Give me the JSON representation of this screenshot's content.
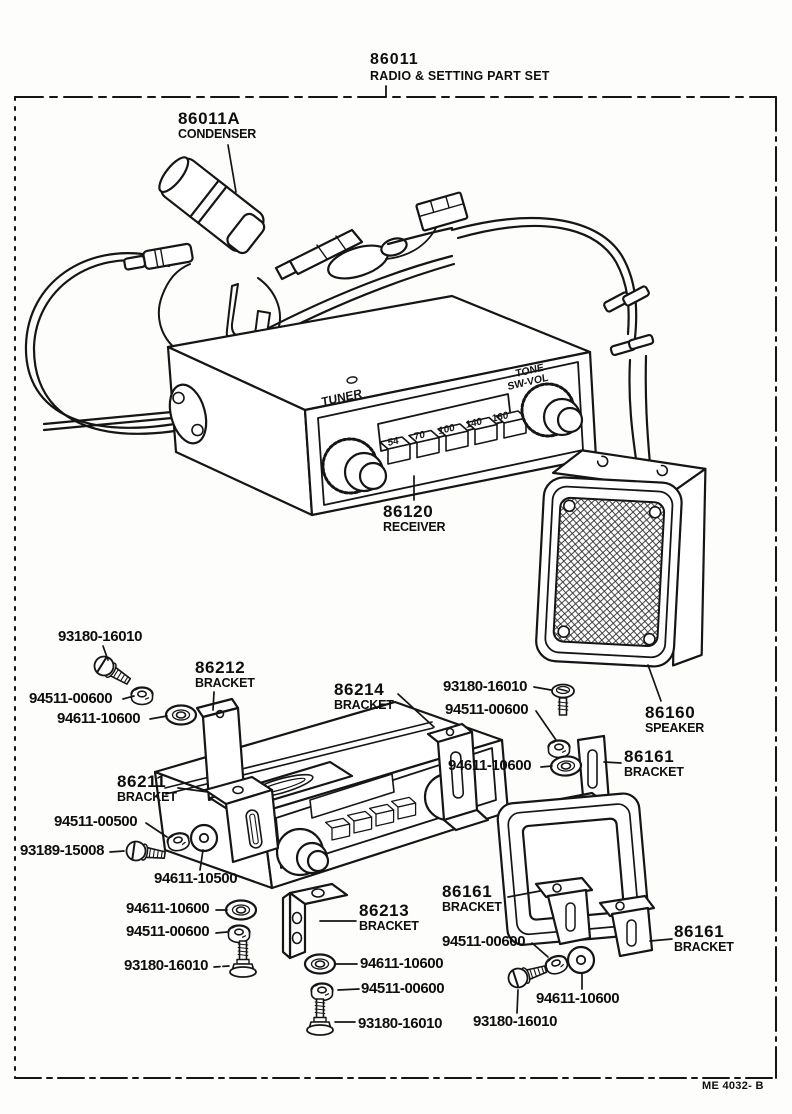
{
  "page": {
    "code": "86011",
    "title": "RADIO & SETTING  PART SET",
    "footer_ref": "ME 4032- B"
  },
  "radio_face": {
    "tuner": "TUNER",
    "tone": "TONE",
    "sw_vol": "SW-VOL",
    "dial": [
      "54",
      "70",
      "100",
      "140",
      "160"
    ]
  },
  "parts": {
    "condenser": {
      "code": "86011A",
      "name": "CONDENSER"
    },
    "receiver": {
      "code": "86120",
      "name": "RECEIVER"
    },
    "speaker": {
      "code": "86160",
      "name": "SPEAKER"
    },
    "bracket_86211": {
      "code": "86211",
      "name": "BRACKET"
    },
    "bracket_86212": {
      "code": "86212",
      "name": "BRACKET"
    },
    "bracket_86213": {
      "code": "86213",
      "name": "BRACKET"
    },
    "bracket_86214": {
      "code": "86214",
      "name": "BRACKET"
    },
    "bracket_86161_a": {
      "code": "86161",
      "name": "BRACKET"
    },
    "bracket_86161_b": {
      "code": "86161",
      "name": "BRACKET"
    },
    "bracket_86161_c": {
      "code": "86161",
      "name": "BRACKET"
    }
  },
  "fasteners": {
    "screw_top_left": "93180-16010",
    "nut_top_left": "94511-00600",
    "washer_top_left": "94611-10600",
    "screw_mid_right": "93180-16010",
    "nut_mid_right": "94511-00600",
    "washer_mid_right": "94611-10600",
    "nut_left": "94511-00500",
    "screw_left": "93189-15008",
    "washer_left": "94611-10500",
    "washer_bottom_left": "94611-10600",
    "nut_bottom_left": "94511-00600",
    "bolt_bottom_left": "93180-16010",
    "washer_bottom_center": "94611-10600",
    "nut_bottom_center": "94511-00600",
    "bolt_bottom_center": "93180-16010",
    "nut_bottom_right": "94511-00600",
    "washer_bottom_right": "94611-10600",
    "screw_bottom_right": "93180-16010"
  }
}
